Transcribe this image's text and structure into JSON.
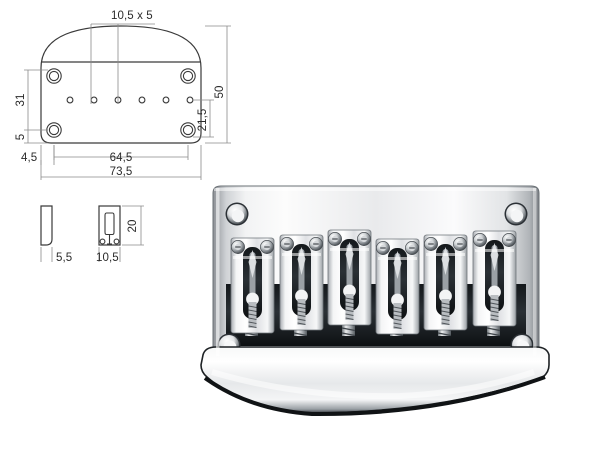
{
  "document": {
    "title": "Guitar bridge technical drawing and product photo",
    "background_color": "#ffffff",
    "line_color": "#3a3a3a",
    "text_color": "#2b2b2b"
  },
  "technical_drawing": {
    "name": "bridge-base-plate-top-view",
    "dimensions": {
      "hole_spacing_label": "10,5 x 5",
      "height_total": "50",
      "height_inner": "21,5",
      "height_left_upper": "31",
      "height_left_lower": "5",
      "width_edge_offset": "4,5",
      "width_inner": "64,5",
      "width_total": "73,5"
    },
    "string_hole_count": 6,
    "mounting_hole_count": 4
  },
  "side_views": {
    "saddle_side": {
      "name": "saddle-side-view",
      "width_label": "5,5"
    },
    "saddle_front": {
      "name": "saddle-front-view",
      "width_label": "10,5",
      "height_label": "20",
      "screw_hole_count": 2
    }
  },
  "product_photo": {
    "name": "chrome-guitar-bridge-photo",
    "finish_color": "#d8dadc",
    "saddle_count": 6,
    "mounting_screw_hole_count": 4,
    "description": "Chrome 6-string hardtail guitar bridge, top view"
  }
}
